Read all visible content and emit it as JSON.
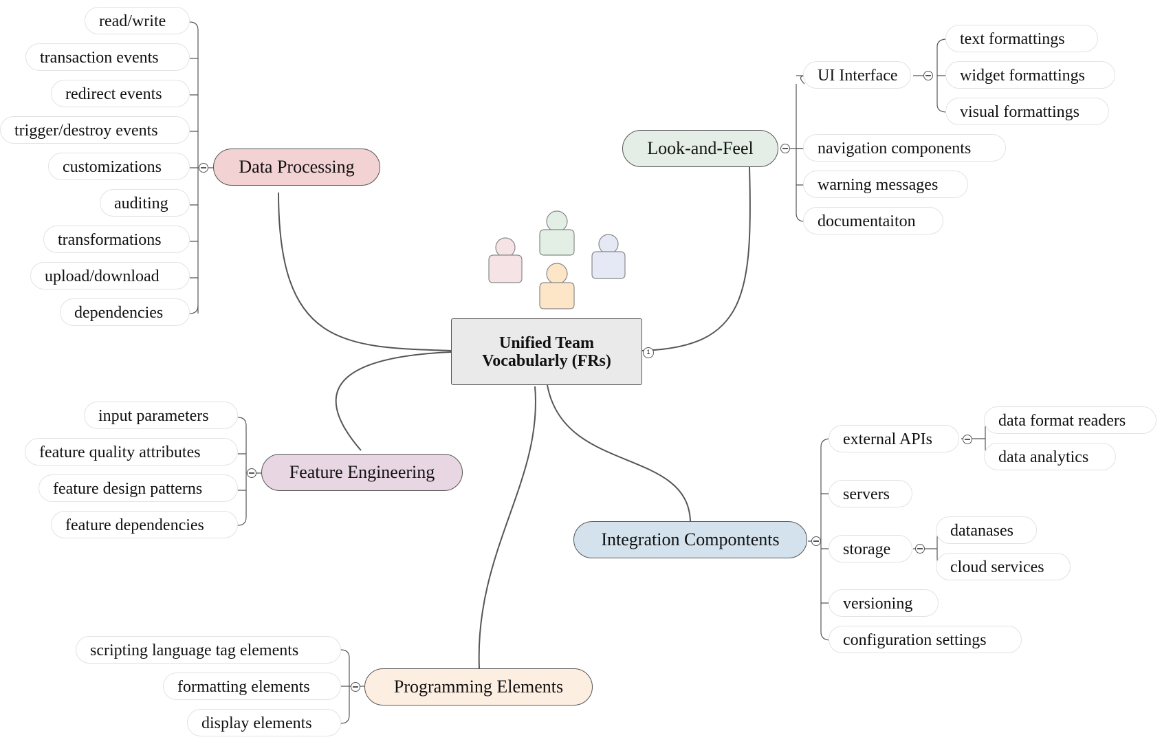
{
  "root": {
    "line1": "Unified Team",
    "line2": "Vocabularly (FRs)",
    "badge": "1"
  },
  "colors": {
    "data_processing": "#f2d2d2",
    "look_and_feel": "#e5eee6",
    "feature_engineering": "#e8d7e2",
    "programming_elements": "#fdeee2",
    "integration_components": "#d3e2ec",
    "person_pink": "#f6e3e6",
    "person_green": "#e3efe5",
    "person_blue": "#e5e9f5",
    "person_orange": "#fde5c8"
  },
  "icons": [
    "person-icon",
    "collapse-icon"
  ],
  "branches": {
    "data_processing": {
      "label": "Data Processing",
      "children": [
        "read/write",
        "transaction events",
        "redirect events",
        "trigger/destroy events",
        "customizations",
        "auditing",
        "transformations",
        "upload/download",
        "dependencies"
      ]
    },
    "look_and_feel": {
      "label": "Look-and-Feel",
      "children": [
        "UI Interface",
        "navigation components",
        "warning messages",
        "documentaiton"
      ],
      "ui_interface_children": [
        "text formattings",
        "widget formattings",
        "visual formattings"
      ]
    },
    "feature_engineering": {
      "label": "Feature Engineering",
      "children": [
        "input parameters",
        "feature quality attributes",
        "feature design patterns",
        "feature dependencies"
      ]
    },
    "programming_elements": {
      "label": "Programming Elements",
      "children": [
        "scripting language tag elements",
        "formatting elements",
        "display elements"
      ]
    },
    "integration_components": {
      "label": "Integration Compontents",
      "children": [
        "external APIs",
        "servers",
        "storage",
        "versioning",
        "configuration settings"
      ],
      "external_apis_children": [
        "data format readers",
        "data analytics"
      ],
      "storage_children": [
        "datanases",
        "cloud services"
      ]
    }
  }
}
